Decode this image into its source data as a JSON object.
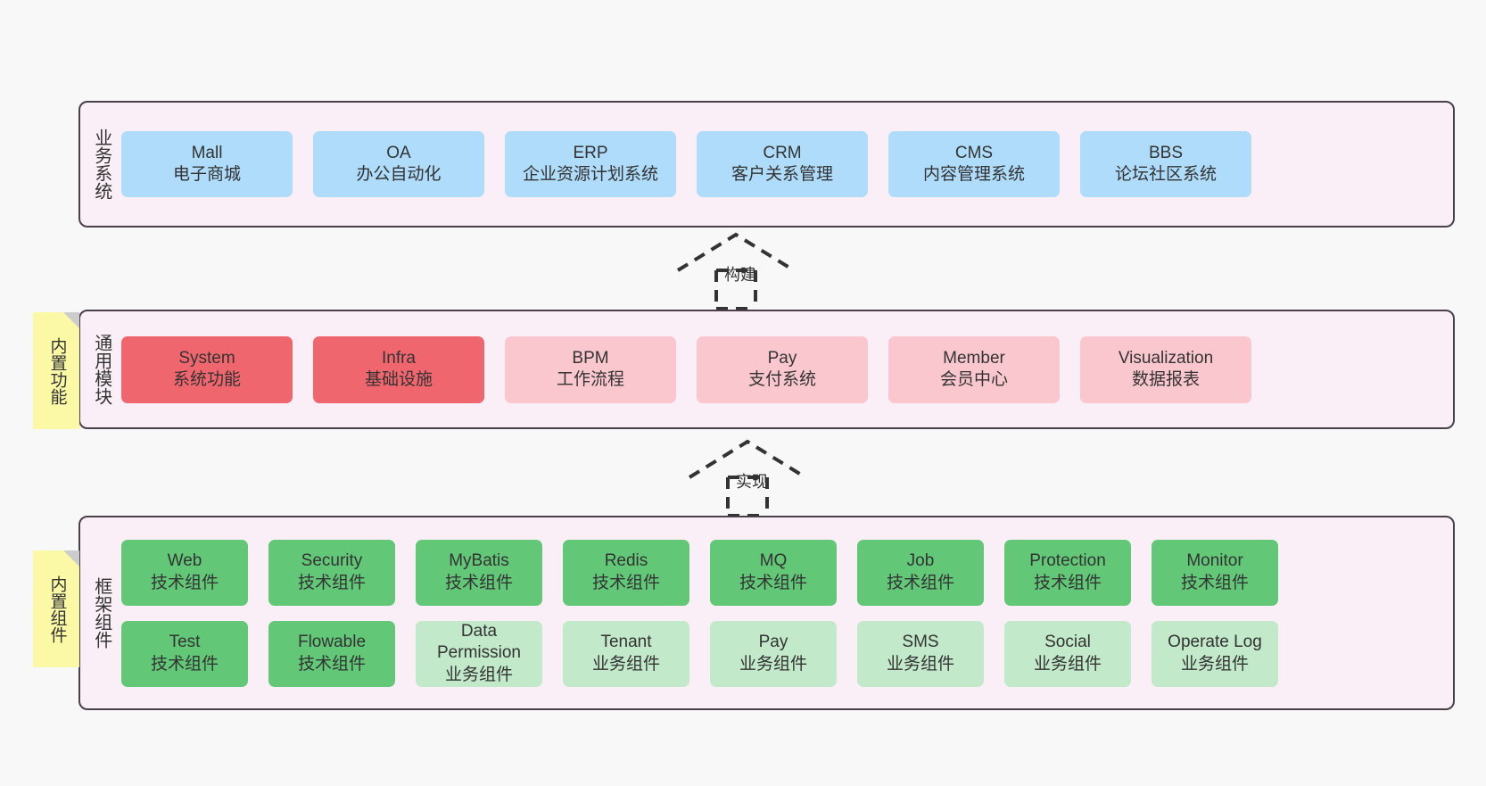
{
  "diagram": {
    "background_color": "#f8f8f8",
    "layer_fill": "#fbeff7",
    "layer_border": "#4a404a",
    "note_color": "#fbf8a6"
  },
  "notes": [
    {
      "id": "builtin-functions",
      "text": "内置功能"
    },
    {
      "id": "builtin-components",
      "text": "内置组件"
    }
  ],
  "connectors": [
    {
      "id": "build",
      "label": "构建",
      "style": "dashed-hollow-arrow-up"
    },
    {
      "id": "realize",
      "label": "实现",
      "style": "dashed-hollow-arrow-up"
    }
  ],
  "layers": [
    {
      "id": "business-systems",
      "title": "业务系统",
      "color": "#aedcfa",
      "rows": [
        [
          {
            "name": "Mall",
            "desc": "电子商城",
            "color": "#aedcfa"
          },
          {
            "name": "OA",
            "desc": "办公自动化",
            "color": "#aedcfa"
          },
          {
            "name": "ERP",
            "desc": "企业资源计划系统",
            "color": "#aedcfa"
          },
          {
            "name": "CRM",
            "desc": "客户关系管理",
            "color": "#aedcfa"
          },
          {
            "name": "CMS",
            "desc": "内容管理系统",
            "color": "#aedcfa"
          },
          {
            "name": "BBS",
            "desc": "论坛社区系统",
            "color": "#aedcfa"
          }
        ]
      ]
    },
    {
      "id": "common-modules",
      "title": "通用模块",
      "rows": [
        [
          {
            "name": "System",
            "desc": "系统功能",
            "color": "#f0666e"
          },
          {
            "name": "Infra",
            "desc": "基础设施",
            "color": "#f0666e"
          },
          {
            "name": "BPM",
            "desc": "工作流程",
            "color": "#fbc7cf"
          },
          {
            "name": "Pay",
            "desc": "支付系统",
            "color": "#fbc7cf"
          },
          {
            "name": "Member",
            "desc": "会员中心",
            "color": "#fbc7cf"
          },
          {
            "name": "Visualization",
            "desc": "数据报表",
            "color": "#fbc7cf"
          }
        ]
      ]
    },
    {
      "id": "framework-components",
      "title": "框架组件",
      "rows": [
        [
          {
            "name": "Web",
            "desc": "技术组件",
            "color": "#62c878"
          },
          {
            "name": "Security",
            "desc": "技术组件",
            "color": "#62c878"
          },
          {
            "name": "MyBatis",
            "desc": "技术组件",
            "color": "#62c878"
          },
          {
            "name": "Redis",
            "desc": "技术组件",
            "color": "#62c878"
          },
          {
            "name": "MQ",
            "desc": "技术组件",
            "color": "#62c878"
          },
          {
            "name": "Job",
            "desc": "技术组件",
            "color": "#62c878"
          },
          {
            "name": "Protection",
            "desc": "技术组件",
            "color": "#62c878"
          },
          {
            "name": "Monitor",
            "desc": "技术组件",
            "color": "#62c878"
          }
        ],
        [
          {
            "name": "Test",
            "desc": "技术组件",
            "color": "#62c878"
          },
          {
            "name": "Flowable",
            "desc": "技术组件",
            "color": "#62c878"
          },
          {
            "name": "Data Permission",
            "desc": "业务组件",
            "color": "#c2e9ca"
          },
          {
            "name": "Tenant",
            "desc": "业务组件",
            "color": "#c2e9ca"
          },
          {
            "name": "Pay",
            "desc": "业务组件",
            "color": "#c2e9ca"
          },
          {
            "name": "SMS",
            "desc": "业务组件",
            "color": "#c2e9ca"
          },
          {
            "name": "Social",
            "desc": "业务组件",
            "color": "#c2e9ca"
          },
          {
            "name": "Operate Log",
            "desc": "业务组件",
            "color": "#c2e9ca"
          }
        ]
      ]
    }
  ]
}
